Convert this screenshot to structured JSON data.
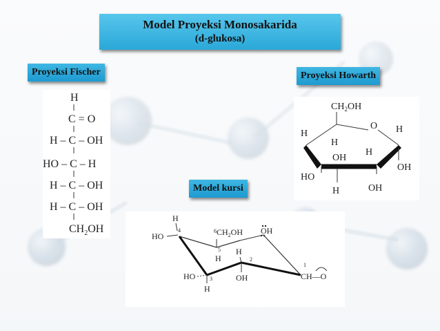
{
  "title": {
    "line1": "Model Proyeksi Monosakarida",
    "line2": "(d-glukosa)"
  },
  "labels": {
    "fischer": "Proyeksi Fischer",
    "howarth": "Proyeksi Howarth",
    "kursi": "Model kursi"
  },
  "fischer": {
    "top_h": "H",
    "c1": "C = O",
    "row2": "H – C – OH",
    "row3": "HO – C – H",
    "row4": "H – C – OH",
    "row5": "H – C – OH",
    "ch2oh": "CH",
    "ch2oh_sub": "2",
    "ch2oh_end": "OH"
  },
  "howarth": {
    "ch2oh": "CH",
    "ch2oh_sub": "2",
    "ch2oh_end": "OH",
    "o": "O",
    "h_c5": "H",
    "h_c4": "H",
    "h_c1": "H",
    "oh_c4_ring": "OH",
    "h_c3_ring": "H",
    "ho_c4": "HO",
    "oh_c1": "OH",
    "h_c3": "H",
    "oh_c2": "OH"
  },
  "kursi": {
    "h_top": "H",
    "ho_left": "HO",
    "n4": "4",
    "ch2oh": "CH",
    "ch2oh_sub": "2",
    "ch2oh_end": "OH",
    "n6": "6",
    "oh_ring": "OH",
    "n5": "5",
    "h_c5": "H",
    "h_c2": "H",
    "n2": "2",
    "ho_c3": "HO",
    "n3": "3",
    "h_c3": "H",
    "oh_c2": "OH",
    "n1": "1",
    "cho": "CH—O"
  }
}
